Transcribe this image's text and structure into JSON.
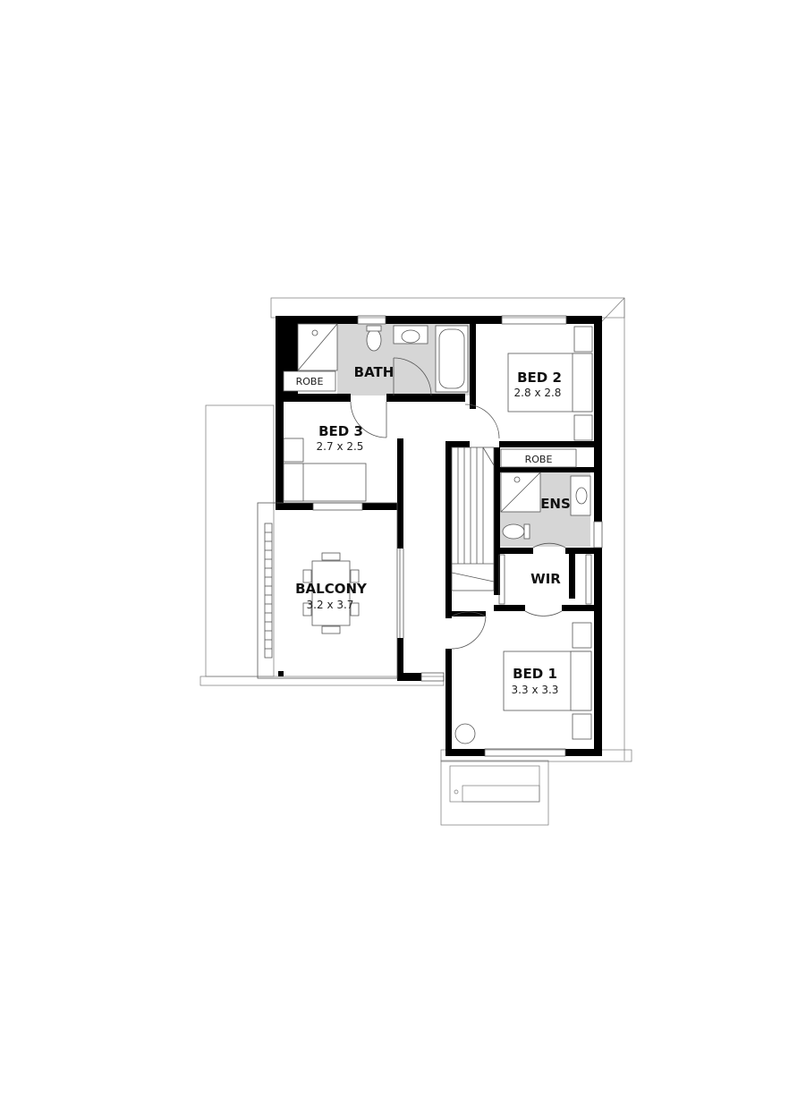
{
  "rooms": {
    "bath": {
      "name": "BATH"
    },
    "bed2": {
      "name": "BED 2",
      "size": "2.8 x 2.8"
    },
    "bed3": {
      "name": "BED 3",
      "size": "2.7 x 2.5"
    },
    "balcony": {
      "name": "BALCONY",
      "size": "3.2 x 3.7"
    },
    "ens": {
      "name": "ENS"
    },
    "wir": {
      "name": "WIR"
    },
    "bed1": {
      "name": "BED 1",
      "size": "3.3 x 3.3"
    },
    "robe_bed3": {
      "name": "ROBE"
    },
    "robe_bed2": {
      "name": "ROBE"
    }
  },
  "colors": {
    "wall": "#000000",
    "wet_area": "#d6d6d6",
    "outline": "#555555"
  }
}
